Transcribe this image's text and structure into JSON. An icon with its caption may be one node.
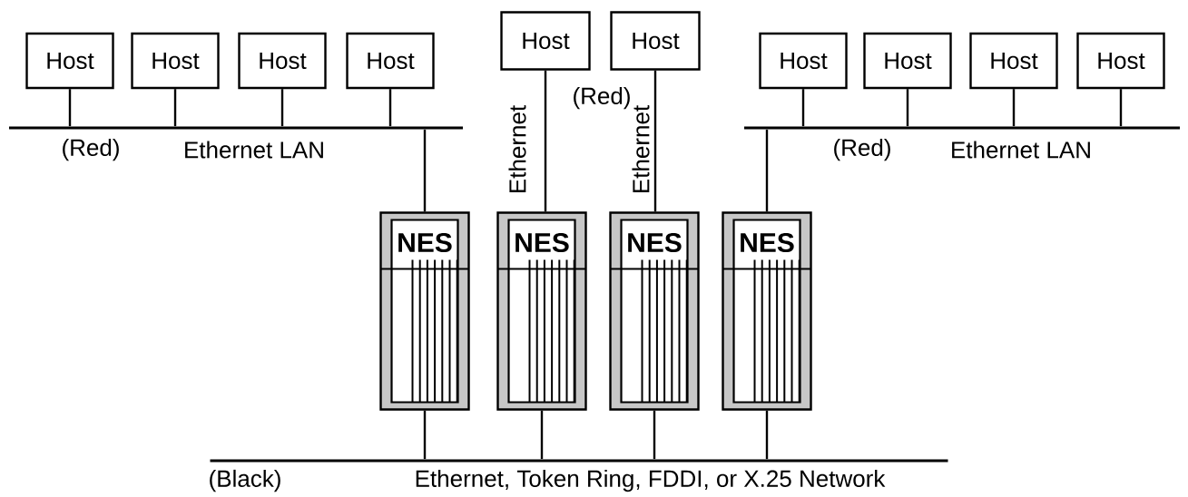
{
  "diagram": {
    "nodes": [
      {
        "text": [
          "Host"
        ]
      },
      {
        "text": [
          "Host"
        ]
      },
      {
        "text": [
          "Host"
        ]
      },
      {
        "text": [
          "Host"
        ]
      },
      {
        "text": [
          "Host"
        ]
      },
      {
        "text": [
          "Host"
        ]
      },
      {
        "text": [
          "Host"
        ]
      },
      {
        "text": [
          "Host"
        ]
      },
      {
        "text": [
          "Host"
        ]
      },
      {
        "text": [
          "Host"
        ]
      },
      {
        "text": [],
        "shape": "bar"
      },
      {
        "text": [],
        "shape": "bar"
      },
      {
        "text": [
          "NES"
        ]
      },
      {
        "text": [
          "NES"
        ]
      },
      {
        "text": [
          "NES"
        ]
      },
      {
        "text": [
          "NES"
        ]
      },
      {
        "text": [],
        "shape": "bar"
      }
    ],
    "edges": [
      {
        "from": 0,
        "to": 10,
        "arrow": "none"
      },
      {
        "from": 1,
        "to": 10,
        "arrow": "none"
      },
      {
        "from": 2,
        "to": 10,
        "arrow": "none"
      },
      {
        "from": 3,
        "to": 10,
        "arrow": "none"
      },
      {
        "from": 10,
        "to": 12,
        "arrow": "none"
      },
      {
        "from": 4,
        "to": 13,
        "arrow": "none",
        "label": "Ethernet"
      },
      {
        "from": 5,
        "to": 14,
        "arrow": "none",
        "label": "Ethernet"
      },
      {
        "from": 6,
        "to": 11,
        "arrow": "none"
      },
      {
        "from": 7,
        "to": 11,
        "arrow": "none"
      },
      {
        "from": 8,
        "to": 11,
        "arrow": "none"
      },
      {
        "from": 9,
        "to": 11,
        "arrow": "none"
      },
      {
        "from": 11,
        "to": 15,
        "arrow": "none"
      },
      {
        "from": 12,
        "to": 16,
        "arrow": "none"
      },
      {
        "from": 13,
        "to": 16,
        "arrow": "none"
      },
      {
        "from": 14,
        "to": 16,
        "arrow": "none"
      },
      {
        "from": 15,
        "to": 16,
        "arrow": "none"
      }
    ],
    "labels": [
      "(Red)",
      "Ethernet LAN",
      "(Red)",
      "(Red)",
      "Ethernet LAN",
      "(Black)",
      "Ethernet, Token Ring, FDDI, or X.25 Network"
    ]
  }
}
